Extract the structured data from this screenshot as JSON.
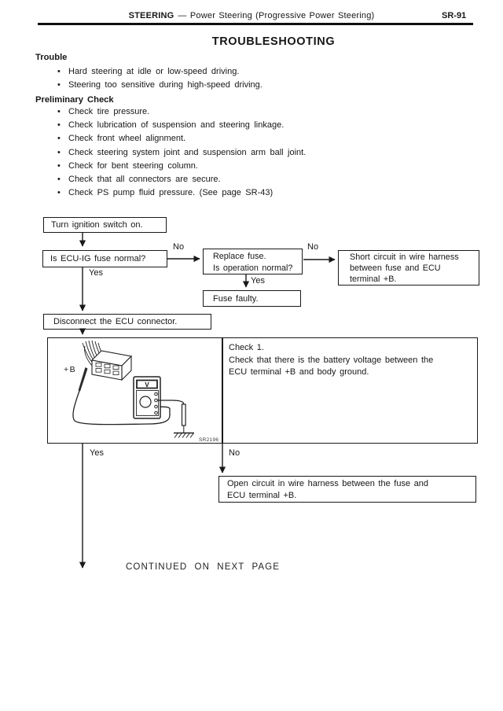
{
  "header": {
    "section": "STEERING",
    "subtitle": "— Power Steering (Progressive Power Steering)",
    "page_number": "SR-91"
  },
  "title": "TROUBLESHOOTING",
  "bullets": {
    "dot": "•"
  },
  "trouble": {
    "heading": "Trouble",
    "items": [
      "Hard steering at idle or low-speed driving.",
      "Steering too sensitive during high-speed driving."
    ]
  },
  "preliminary": {
    "heading": "Preliminary Check",
    "items": [
      "Check tire pressure.",
      "Check lubrication of suspension and steering linkage.",
      "Check front wheel alignment.",
      "Check steering system joint and suspension arm ball joint.",
      "Check for bent steering column.",
      "Check that all connectors are secure.",
      "Check PS pump fluid pressure. (See page SR-43)"
    ]
  },
  "flowchart": {
    "labels": {
      "yes": "Yes",
      "no": "No"
    },
    "boxes": {
      "turn_ignition": "Turn ignition switch on.",
      "fuse_normal": "Is ECU-IG fuse normal?",
      "replace_fuse": "Replace fuse.\nIs operation normal?",
      "short_circuit": "Short circuit in wire harness\nbetween fuse and ECU\nterminal +B.",
      "fuse_faulty": "Fuse faulty.",
      "disconnect_ecu": "Disconnect the ECU connector.",
      "check_panel": "Check 1.\nCheck that there is the battery voltage between the\nECU terminal +B and body ground.",
      "open_circuit": "Open circuit in wire harness between the fuse and\nECU terminal +B."
    },
    "illustration": {
      "terminal_label": "+B",
      "meter_label": "V",
      "figure_code": "SR2196"
    },
    "continued": "CONTINUED ON NEXT PAGE"
  }
}
